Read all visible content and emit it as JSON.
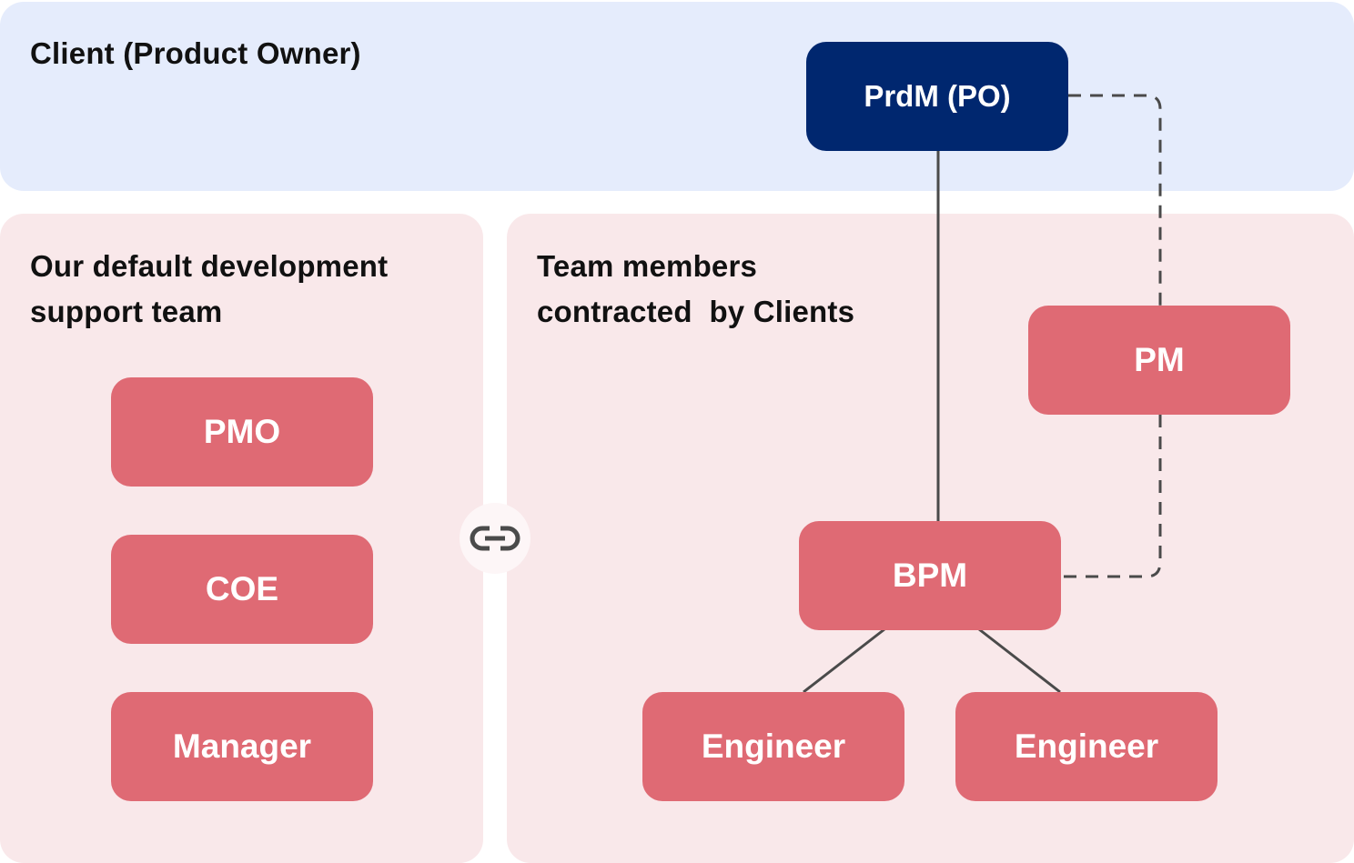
{
  "panels": {
    "client": {
      "title": "Client (Product Owner)"
    },
    "default_team": {
      "title_line1": "Our default development",
      "title_line2": "support team"
    },
    "contracted_team": {
      "title_line1": "Team members",
      "title_line2": "contracted  by Clients"
    }
  },
  "nodes": {
    "prdm": "PrdM (PO)",
    "pm": "PM",
    "bpm": "BPM",
    "engineer_left": "Engineer",
    "engineer_right": "Engineer",
    "pmo": "PMO",
    "coe": "COE",
    "manager": "Manager"
  },
  "connector_icon": "link-icon",
  "colors": {
    "client_bg": "#e5ecfc",
    "team_bg": "#f9e8ea",
    "node_red": "#df6a74",
    "node_navy": "#00276f",
    "line": "#4a4a4a"
  }
}
